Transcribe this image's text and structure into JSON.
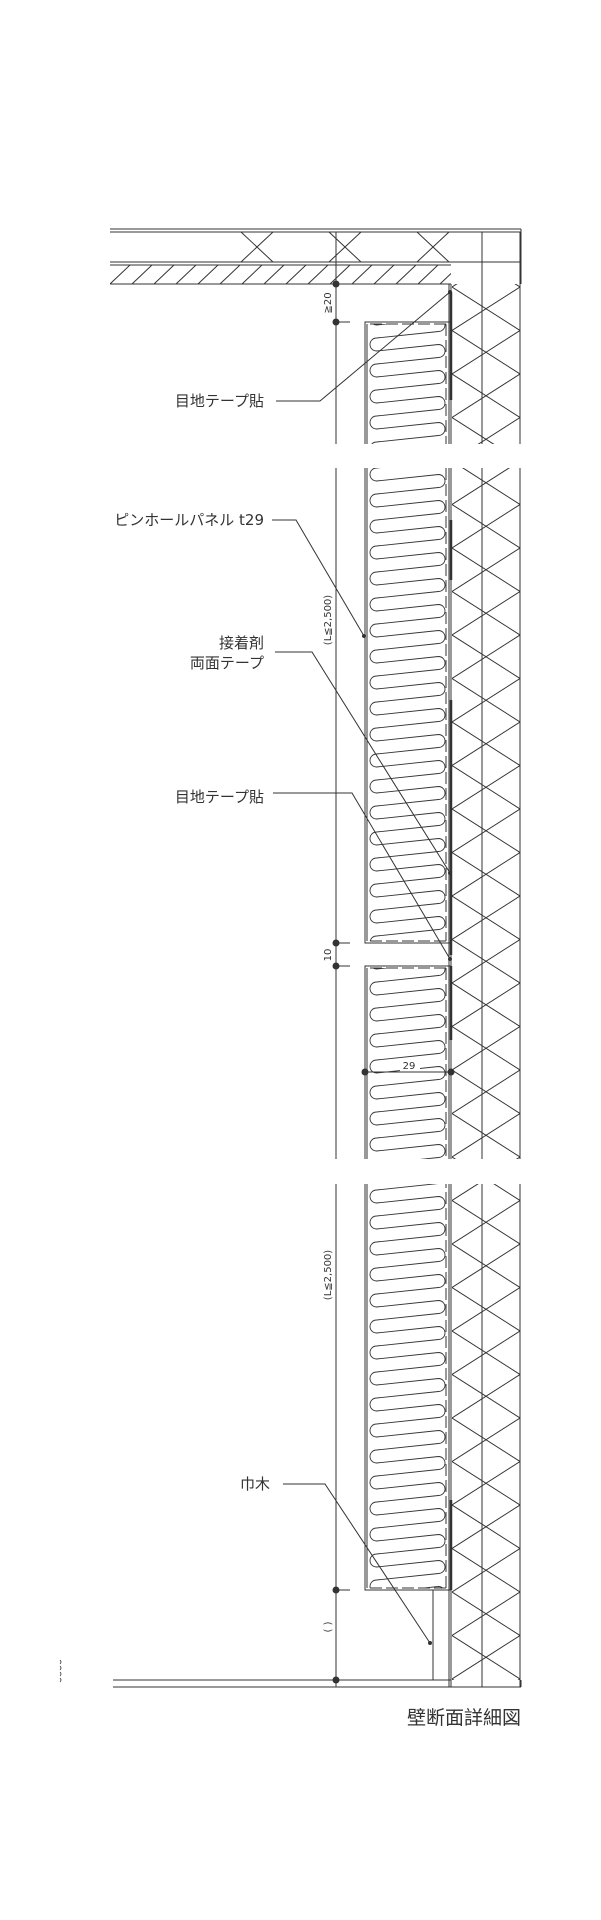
{
  "labels": {
    "joint_tape_top": "目地テープ貼",
    "pinhole_panel": "ピンホールパネル t29",
    "adhesive_line1": "接着剤",
    "adhesive_line2": "両面テープ",
    "joint_tape_mid": "目地テープ貼",
    "baseboard": "巾木"
  },
  "dimensions": {
    "top_gap": "≧20",
    "panel_length_1": "(L≦2,500)",
    "joint_gap": "10",
    "panel_thickness": "29",
    "panel_length_2": "(L≦2,500)",
    "bottom_gap": "(  )"
  },
  "title": "壁断面詳細図",
  "colors": {
    "line": "#333333",
    "text": "#333333"
  }
}
